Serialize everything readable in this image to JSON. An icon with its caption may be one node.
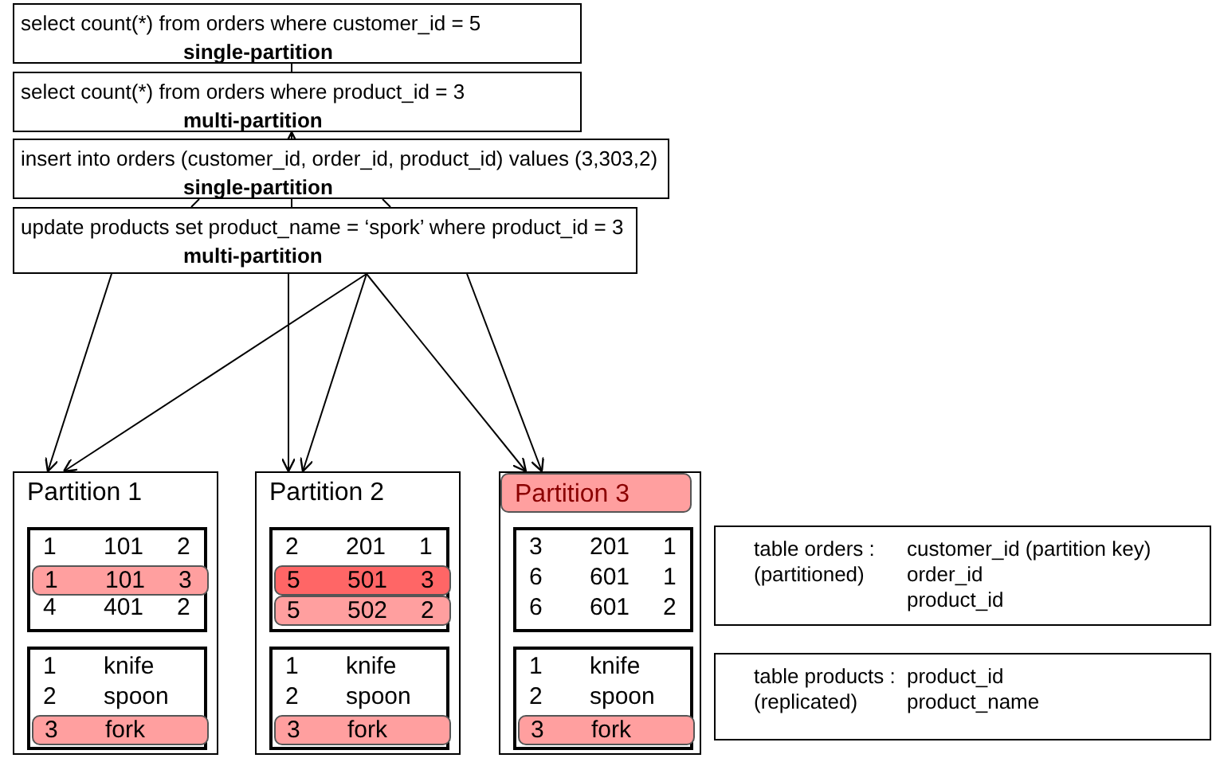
{
  "diagram": {
    "nodes": [
      {
        "text": [
          "select count(*) from orders where customer_id = 5",
          "single-partition"
        ]
      },
      {
        "text": [
          "select count(*) from orders where product_id = 3",
          "multi-partition"
        ]
      },
      {
        "text": [
          "insert into orders (customer_id, order_id, product_id) values (3,303,2)",
          "single-partition"
        ]
      },
      {
        "text": [
          "update products set product_name = ‘spork’ where product_id = 3",
          "multi-partition"
        ]
      },
      {
        "text": [
          "Partition 1"
        ]
      },
      {
        "text": [
          "1 101 2",
          "4 401 2"
        ],
        "in": 4
      },
      {
        "text": [
          "1 101 3"
        ],
        "in": 5
      },
      {
        "text": [
          "1 knife",
          "2 spoon"
        ],
        "in": 4
      },
      {
        "text": [
          "3 fork"
        ],
        "in": 7
      },
      {
        "text": [
          "Partition 2"
        ]
      },
      {
        "text": [
          "2 201 1"
        ],
        "in": 9
      },
      {
        "text": [
          "5 501 3"
        ],
        "in": 10
      },
      {
        "text": [
          "5 502 2"
        ],
        "in": 10
      },
      {
        "text": [
          "1 knife",
          "2 spoon"
        ],
        "in": 9
      },
      {
        "text": [
          "3 fork"
        ],
        "in": 13
      },
      {
        "text": [],
        "shape": "box"
      },
      {
        "text": [
          "Partition 3"
        ],
        "in": 15
      },
      {
        "text": [
          "3 201 1",
          "6 601 1",
          "6 601 2"
        ],
        "in": 15
      },
      {
        "text": [
          "1 knife",
          "2 spoon"
        ],
        "in": 15
      },
      {
        "text": [
          "3 fork"
        ],
        "in": 18
      },
      {
        "text": [
          "table orders :",
          "(partitioned)",
          "customer_id (partition key)",
          "order_id",
          "product_id"
        ]
      },
      {
        "text": [
          "table products :",
          "(replicated)",
          "product_id",
          "product_name"
        ]
      }
    ],
    "edges": [
      {
        "from": 0,
        "to": 1,
        "arrow": "none"
      },
      {
        "from": 2,
        "to": 1,
        "arrow": "to"
      },
      {
        "from": 2,
        "to": 3,
        "arrow": "none"
      },
      {
        "from": 2,
        "to": 3,
        "arrow": "none"
      },
      {
        "from": 2,
        "to": 3,
        "arrow": "none"
      },
      {
        "from": 3,
        "to": 4,
        "arrow": "to"
      },
      {
        "from": 3,
        "to": 4,
        "arrow": "to"
      },
      {
        "from": 3,
        "to": 9,
        "arrow": "to"
      },
      {
        "from": 3,
        "to": 9,
        "arrow": "to"
      },
      {
        "from": 3,
        "to": 15,
        "arrow": "to"
      },
      {
        "from": 3,
        "to": 15,
        "arrow": "to"
      }
    ]
  }
}
